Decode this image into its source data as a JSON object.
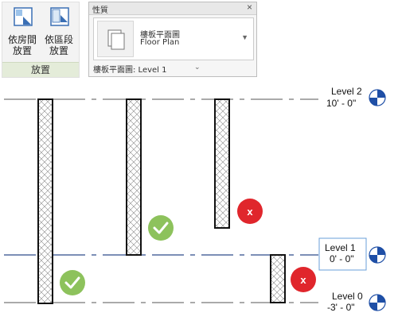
{
  "ribbon": {
    "buttons": [
      {
        "label_line1": "依房間",
        "label_line2": "放置",
        "icon": "room-place-icon"
      },
      {
        "label_line1": "依區段",
        "label_line2": "放置",
        "icon": "segment-place-icon"
      }
    ],
    "group_label": "放置"
  },
  "properties": {
    "title": "性質",
    "close": "×",
    "type_name_line1": "樓板平面圖",
    "type_name_line2": "Floor Plan",
    "instance_label": "樓板平面圖: Level 1"
  },
  "levels": [
    {
      "name": "Level 2",
      "elevation": "10' - 0\""
    },
    {
      "name": "Level 1",
      "elevation": "0' - 0\""
    },
    {
      "name": "Level 0",
      "elevation": "-3' - 0\""
    }
  ],
  "markers": [
    {
      "status": "valid",
      "symbol": "✓",
      "color": "#8dc25c"
    },
    {
      "status": "valid",
      "symbol": "✓",
      "color": "#8dc25c"
    },
    {
      "status": "invalid",
      "symbol": "x",
      "color": "#e0262c"
    },
    {
      "status": "invalid",
      "symbol": "x",
      "color": "#e0262c"
    }
  ],
  "colors": {
    "level_line": "#555555",
    "active_level_line": "#2d4a8a",
    "selection": "#6a9fd8",
    "level_head_blue": "#1f4fa6"
  }
}
